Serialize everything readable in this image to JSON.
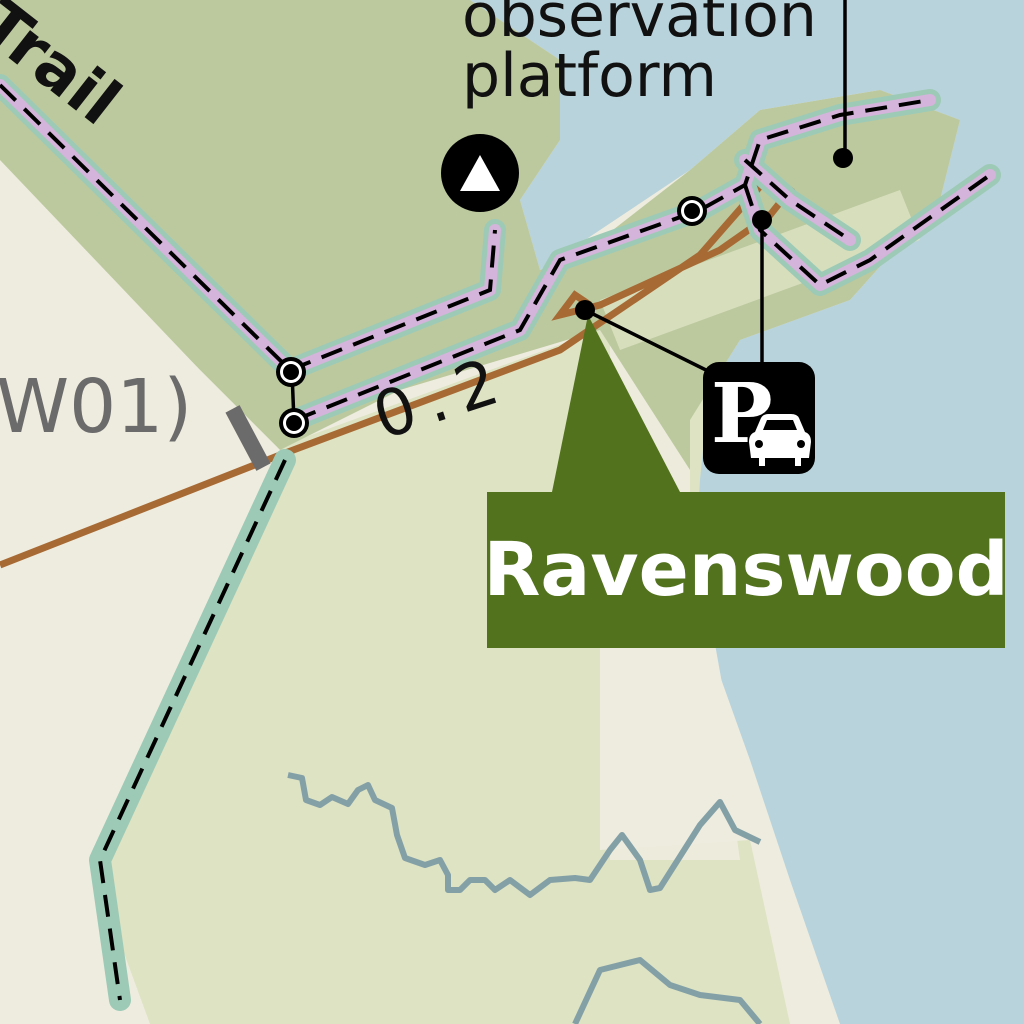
{
  "map": {
    "labels": {
      "observation_platform_line1": "observation",
      "observation_platform_line2": "platform",
      "trail_fragment": "Trail",
      "route_fragment": "W01)",
      "distance": "0.2",
      "place_name": "Ravenswood"
    },
    "icons": {
      "viewpoint": "triangle-viewpoint-icon",
      "parking": "parking-car-icon",
      "trailhead_markers": "circle-dot-icon",
      "gate": "gate-bar-icon"
    },
    "parking_label": "P",
    "colors": {
      "water": "#b8d3dc",
      "marsh_dark": "#bcc99e",
      "marsh_light": "#dde3c3",
      "land": "#eeecdf",
      "trail_halo": "#9dcab6",
      "trail_fill": "#d4b4db",
      "road": "#a86a34",
      "creek": "#84a0a7",
      "label_bg": "#52721e"
    }
  }
}
